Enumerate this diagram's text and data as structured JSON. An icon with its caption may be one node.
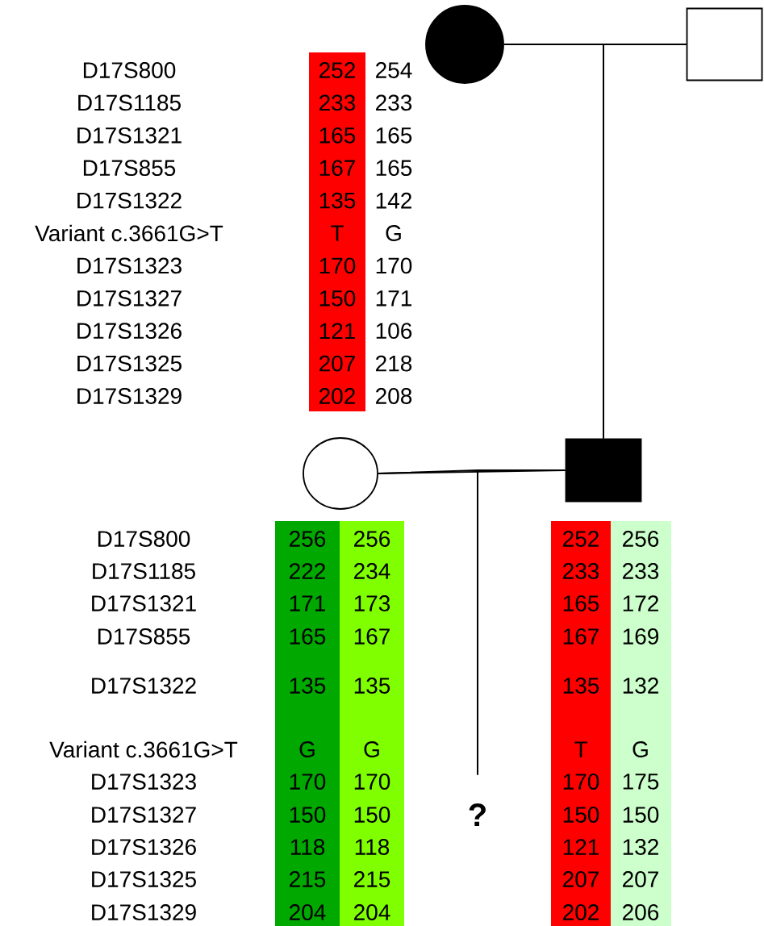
{
  "diagram": {
    "nodes": [
      {
        "text": [],
        "shape": "circle"
      },
      {
        "text": [],
        "shape": "box"
      },
      {
        "text": [],
        "shape": "circle"
      },
      {
        "text": [],
        "shape": "box"
      },
      {
        "text": [
          "?"
        ]
      }
    ],
    "edges": [
      {
        "from": 0,
        "to": 1,
        "arrow": "none"
      },
      {
        "from": 0,
        "to": 3,
        "arrow": "none"
      },
      {
        "from": 1,
        "to": 3,
        "arrow": "none"
      },
      {
        "from": 2,
        "to": 3,
        "arrow": "none"
      },
      {
        "from": 2,
        "to": 4,
        "arrow": "none"
      },
      {
        "from": 3,
        "to": 4,
        "arrow": "none"
      }
    ],
    "labels": [
      "D17S800",
      "252",
      "254",
      "D17S1185",
      "233",
      "233",
      "D17S1321",
      "165",
      "165",
      "D17S855",
      "167",
      "165",
      "D17S1322",
      "135",
      "142",
      "Variant c.3661G>T",
      "T",
      "G",
      "D17S1323",
      "170",
      "170",
      "D17S1327",
      "150",
      "171",
      "D17S1326",
      "121",
      "106",
      "D17S1325",
      "207",
      "218",
      "D17S1329",
      "202",
      "208",
      "D17S800",
      "256",
      "256",
      "252",
      "256",
      "D17S1185",
      "222",
      "234",
      "233",
      "233",
      "D17S1321",
      "171",
      "173",
      "165",
      "172",
      "D17S855",
      "165",
      "167",
      "167",
      "169",
      "D17S1322",
      "135",
      "135",
      "135",
      "132",
      "Variant c.3661G>T",
      "G",
      "G",
      "T",
      "G",
      "D17S1323",
      "170",
      "170",
      "170",
      "175",
      "D17S1327",
      "150",
      "150",
      "150",
      "150",
      "D17S1326",
      "118",
      "118",
      "121",
      "132",
      "D17S1325",
      "215",
      "215",
      "207",
      "207",
      "D17S1329",
      "204",
      "204",
      "202",
      "206"
    ]
  }
}
